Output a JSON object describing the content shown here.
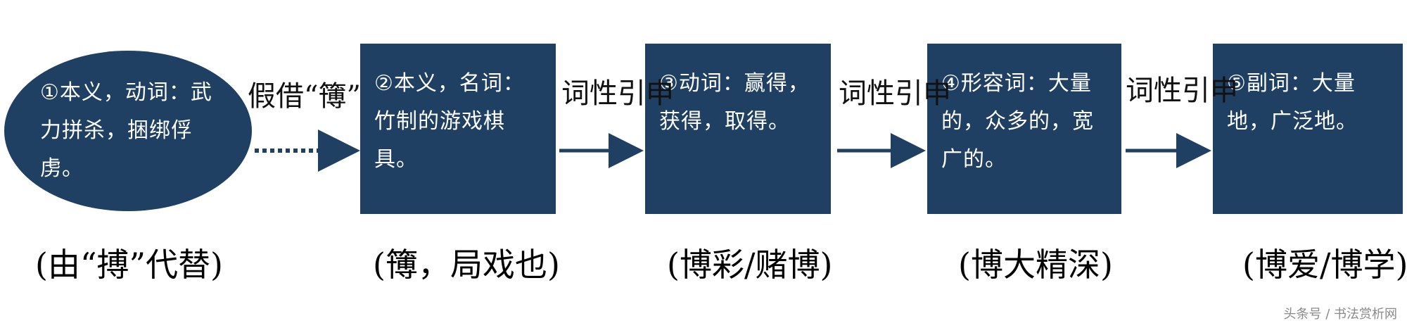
{
  "nodes": [
    {
      "text": "①本义，动词：武力拼杀，捆绑俘虏。"
    },
    {
      "text": "②本义，名词：竹制的游戏棋具。"
    },
    {
      "text": "③动词：赢得，获得，取得。"
    },
    {
      "text": "④形容词：大量的，众多的，宽广的。"
    },
    {
      "text": "⑤副词：大量地，广泛地。"
    }
  ],
  "edge_labels": [
    "假借“簙”",
    "词性引申",
    "词性引申",
    "词性引申"
  ],
  "captions": [
    "(由“搏”代替)",
    "(簙，局戏也)",
    "(博彩/赌博)",
    "(博大精深)",
    "(博爱/博学)"
  ],
  "watermark": "头条号 / 书法赏析网",
  "colors": {
    "node_fill": "#1f3f63",
    "node_text": "#ffffff"
  }
}
